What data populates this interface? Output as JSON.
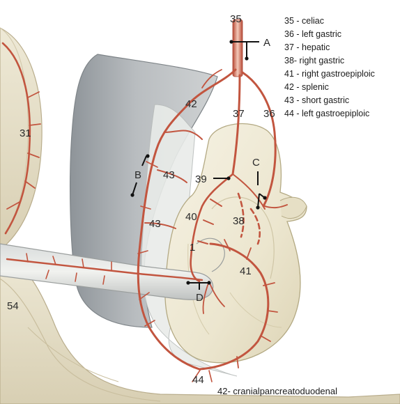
{
  "diagram": {
    "labels": {
      "n35": "35",
      "n42a": "42",
      "n37": "37",
      "n36": "36",
      "n31": "31",
      "n43a": "43",
      "n39": "39",
      "n43b": "43",
      "n40": "40",
      "n38": "38",
      "n1": "1",
      "n41": "41",
      "n54": "54",
      "n44": "44",
      "A": "A",
      "B": "B",
      "C": "C",
      "D": "D"
    },
    "legend": [
      "35 - celiac",
      "36 - left gastric",
      "37 - hepatic",
      "38- right gastric",
      "41 - right gastroepiploic",
      "42 - splenic",
      "43 - short gastric",
      "44 - left gastroepiploic"
    ],
    "footnote": "42- cranialpancreatoduodenal"
  }
}
